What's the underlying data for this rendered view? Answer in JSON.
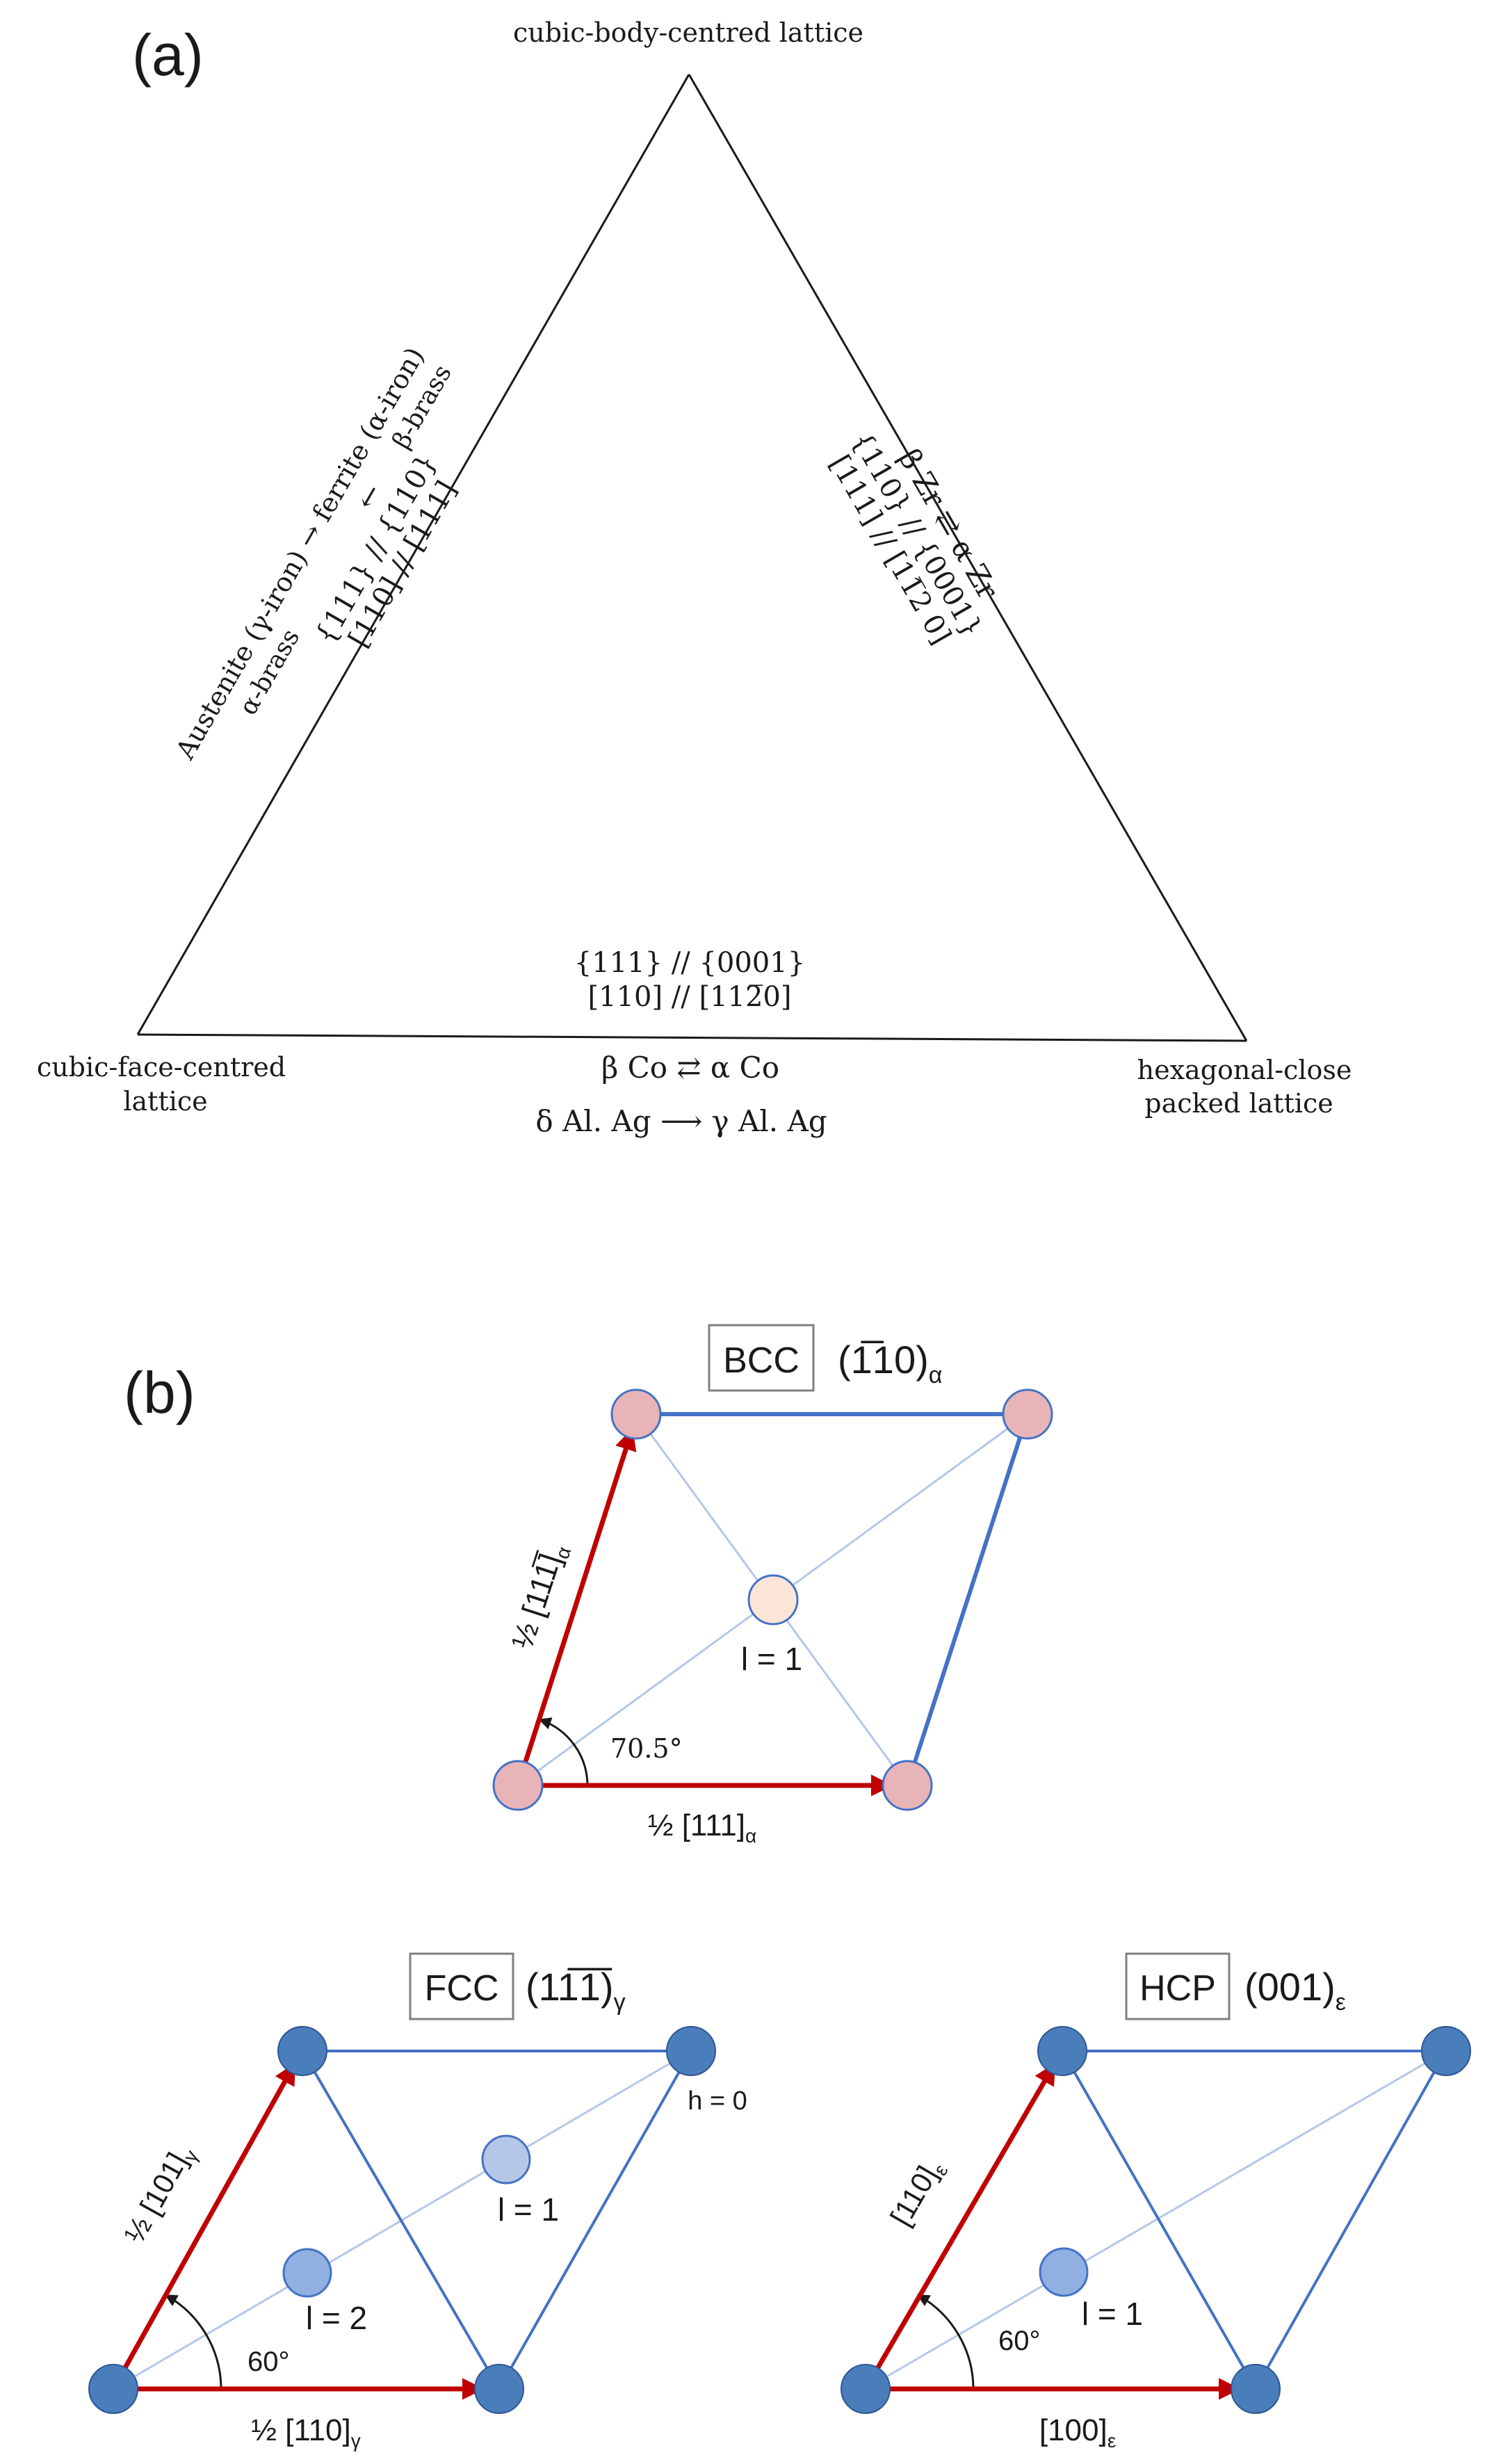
{
  "panel_a": {
    "label": "(a)",
    "vertex_top": "cubic-body-centred lattice",
    "vertex_left_1": "cubic-face-centred",
    "vertex_left_2": "lattice",
    "vertex_right_1": "hexagonal-close",
    "vertex_right_2": "packed lattice",
    "left_edge": {
      "line1": "Austenite (γ-iron) → ferrite (α-iron)",
      "line2a": "α-brass",
      "line2b": "←",
      "line2c": "β-brass",
      "line3": "{111} // {110}",
      "line4": "[110] // [111]"
    },
    "right_edge": {
      "line1": "β Zr ⇄ α Zr",
      "line2": "{110} // {0001}",
      "line3": "[111] // [11̅2 0]"
    },
    "bottom_edge": {
      "rel1": "{111} // {0001}",
      "rel2": "[110] // [112̅0]",
      "tr1": "β Co ⇄ α Co",
      "tr2": "δ Al. Ag ⟶ γ Al. Ag"
    }
  },
  "panel_b": {
    "label": "(b)",
    "bcc": {
      "box": "BCC",
      "plane": "(1̅10)",
      "plane_sub": "α",
      "vec_up": "½ [111̅]",
      "vec_up_sub": "α",
      "vec_right": "½ [111]",
      "vec_right_sub": "α",
      "angle": "70.5°",
      "layer": "l = 1"
    },
    "fcc": {
      "box": "FCC",
      "plane": "(11̅1̅)",
      "plane_sub": "γ",
      "vec_up": "½ [101]",
      "vec_up_sub": "γ",
      "vec_right": "½ [110]",
      "vec_right_sub": "γ",
      "angle": "60°",
      "layer1": "l = 1",
      "layer2": "l = 2",
      "h0": "h = 0"
    },
    "hcp": {
      "box": "HCP",
      "plane": "(001)",
      "plane_sub": "ε",
      "vec_up": "[110]",
      "vec_up_sub": "ε",
      "vec_right": "[100]",
      "vec_right_sub": "ε",
      "angle": "60°",
      "layer": "l = 1"
    }
  },
  "colors": {
    "bcc_atom": "#e8b4b8",
    "bcc_center": "#fbe5d6",
    "blue_atom": "#4a7ebb",
    "fcc_l1": "#b4c7e7",
    "fcc_l2": "#8fb0e0",
    "edge_blue": "#4472c4",
    "arrow_red": "#c00000",
    "thin_line": "#b4c7e7"
  }
}
